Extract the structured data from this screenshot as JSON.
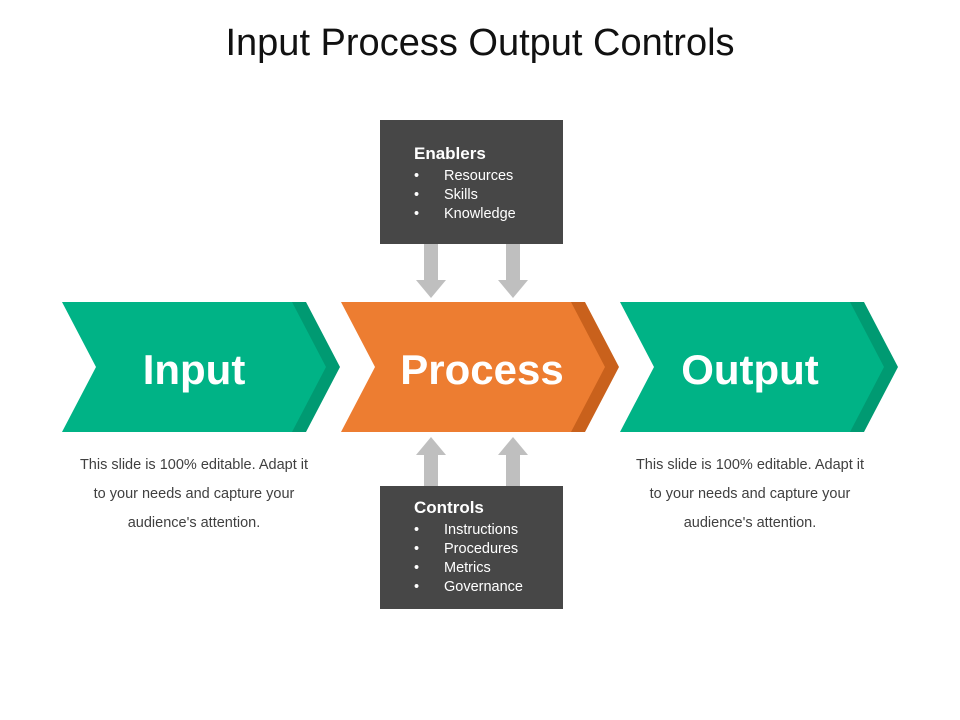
{
  "title": "Input Process Output Controls",
  "colors": {
    "green": "#00B386",
    "green_shadow": "#009A72",
    "orange": "#ED7D31",
    "orange_shadow": "#C9611C",
    "box": "#474747",
    "arrow": "#BFBFBF",
    "caption_text": "#404040"
  },
  "steps": [
    {
      "label": "Input",
      "color": "green"
    },
    {
      "label": "Process",
      "color": "orange"
    },
    {
      "label": "Output",
      "color": "green"
    }
  ],
  "enablers": {
    "title": "Enablers",
    "items": [
      "Resources",
      "Skills",
      "Knowledge"
    ]
  },
  "controls": {
    "title": "Controls",
    "items": [
      "Instructions",
      "Procedures",
      "Metrics",
      "Governance"
    ]
  },
  "captions": {
    "left": "This slide is 100% editable. Adapt it to your needs and capture your audience's attention.",
    "right": "This slide is 100% editable. Adapt it to your needs and capture your audience's attention."
  },
  "bullet_glyph": "•"
}
